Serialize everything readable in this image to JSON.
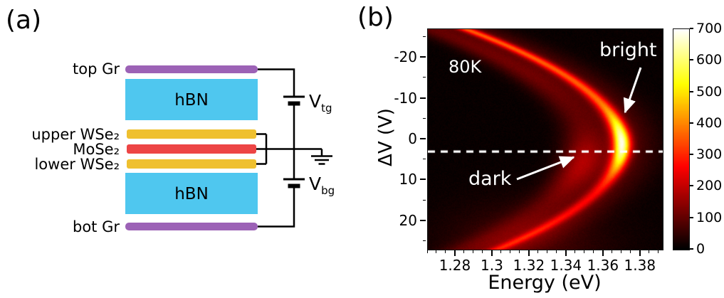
{
  "figure": {
    "panel_a_label": "(a)",
    "panel_b_label": "(b)"
  },
  "device": {
    "labels": {
      "top_gr": "top Gr",
      "hbn_top": "hBN",
      "upper_wse2": "upper WSe₂",
      "mose2": "MoSe₂",
      "lower_wse2": "lower WSe₂",
      "hbn_bottom": "hBN",
      "bot_gr": "bot Gr"
    },
    "layers": [
      {
        "label": "top Gr",
        "material": "graphene",
        "color": "#9c62b6"
      },
      {
        "label": "hBN",
        "material": "hBN",
        "color": "#4fc7ef"
      },
      {
        "label": "upper WSe₂",
        "material": "WSe2",
        "color": "#efc02f"
      },
      {
        "label": "MoSe₂",
        "material": "MoSe2",
        "color": "#ed4545"
      },
      {
        "label": "lower WSe₂",
        "material": "WSe2",
        "color": "#efc02f"
      },
      {
        "label": "hBN",
        "material": "hBN",
        "color": "#4fc7ef"
      },
      {
        "label": "bot Gr",
        "material": "graphene",
        "color": "#9c62b6"
      }
    ],
    "top_gate_label": {
      "base": "V",
      "sub": "tg"
    },
    "bottom_gate_label": {
      "base": "V",
      "sub": "bg"
    }
  },
  "chart_data": {
    "type": "heatmap",
    "xlabel": "Energy (eV)",
    "ylabel": "ΔV (V)",
    "xlim": [
      1.265,
      1.392
    ],
    "ylim": [
      -27,
      27
    ],
    "y_axis_inverted": true,
    "xticks": [
      {
        "v": 1.28,
        "label": "1.28"
      },
      {
        "v": 1.3,
        "label": "1.3"
      },
      {
        "v": 1.32,
        "label": "1.32"
      },
      {
        "v": 1.34,
        "label": "1.34"
      },
      {
        "v": 1.36,
        "label": "1.36"
      },
      {
        "v": 1.38,
        "label": "1.38"
      }
    ],
    "yticks": [
      {
        "v": -20,
        "label": "-20"
      },
      {
        "v": -10,
        "label": "-10"
      },
      {
        "v": 0,
        "label": "0"
      },
      {
        "v": 10,
        "label": "10"
      },
      {
        "v": 20,
        "label": "20"
      }
    ],
    "minor_x_step": 0.005,
    "minor_y_step": 5,
    "colormap": "hot",
    "colorbar": {
      "min": 0,
      "max": 700,
      "ticks": [
        700,
        600,
        500,
        400,
        300,
        200,
        100,
        0
      ]
    },
    "annotations": {
      "temperature": "80K",
      "bright_label": "bright",
      "dark_label": "dark"
    },
    "dashed_line_dV": 3,
    "features": {
      "bright_exciton_vertex": {
        "energy_eV": 1.37,
        "dV": 1.5,
        "peak_counts": 700
      },
      "curvature_eV_per_V2": 0.0001034,
      "dark_exciton": {
        "energy_eV": 1.3475,
        "dV": 6,
        "peak_counts": 150
      },
      "dark_line_offset_eV": 0.0205,
      "upper_branch_counts": 350,
      "lower_branch_counts": 200
    }
  }
}
